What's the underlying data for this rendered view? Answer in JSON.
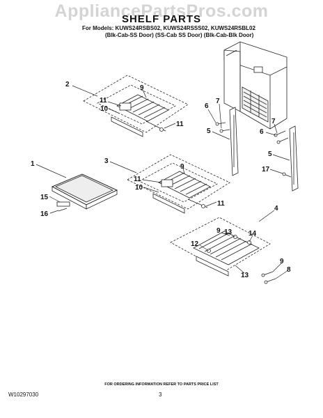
{
  "header": {
    "watermark": "AppliancePartsPros.com",
    "title": "SHELF PARTS",
    "models": "For Models: KUWS24RSBS02, KUWS24RSSS02, KUWS24RSBL02",
    "variants": "(Blk-Cab-SS Door)  (SS-Cab SS Door) (Blk-Cab-Blk Door)"
  },
  "callouts": [
    {
      "id": "c2",
      "label": "2"
    },
    {
      "id": "c9a",
      "label": "9"
    },
    {
      "id": "c11a",
      "label": "11"
    },
    {
      "id": "c10a",
      "label": "10"
    },
    {
      "id": "c11b",
      "label": "11"
    },
    {
      "id": "c6a",
      "label": "6"
    },
    {
      "id": "c7a",
      "label": "7"
    },
    {
      "id": "c5a",
      "label": "5"
    },
    {
      "id": "c7b",
      "label": "7"
    },
    {
      "id": "c6b",
      "label": "6"
    },
    {
      "id": "c5b",
      "label": "5"
    },
    {
      "id": "c17",
      "label": "17"
    },
    {
      "id": "c1",
      "label": "1"
    },
    {
      "id": "c15",
      "label": "15"
    },
    {
      "id": "c16",
      "label": "16"
    },
    {
      "id": "c3",
      "label": "3"
    },
    {
      "id": "c9b",
      "label": "9"
    },
    {
      "id": "c11c",
      "label": "11"
    },
    {
      "id": "c10b",
      "label": "10"
    },
    {
      "id": "c11d",
      "label": "11"
    },
    {
      "id": "c4",
      "label": "4"
    },
    {
      "id": "c9c",
      "label": "9"
    },
    {
      "id": "c13a",
      "label": "13"
    },
    {
      "id": "c14",
      "label": "14"
    },
    {
      "id": "c12",
      "label": "12"
    },
    {
      "id": "c13b",
      "label": "13"
    },
    {
      "id": "c9d",
      "label": "9"
    },
    {
      "id": "c8",
      "label": "8"
    }
  ],
  "footer": {
    "note": "FOR ORDERING INFORMATION REFER TO PARTS PRICE LIST",
    "doc_number": "W10297030",
    "page": "3"
  }
}
